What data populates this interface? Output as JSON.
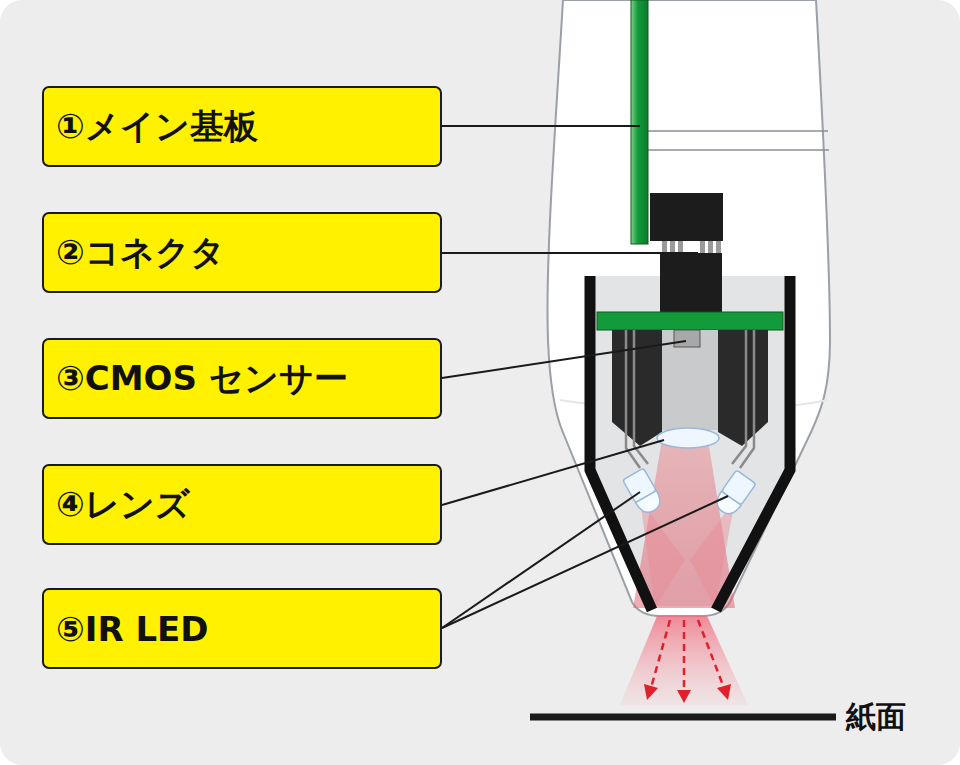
{
  "diagram": {
    "nodes": [
      {
        "text": [
          "①メイン基板"
        ]
      },
      {
        "text": [
          "②コネクタ"
        ]
      },
      {
        "text": [
          "③CMOS センサー"
        ]
      },
      {
        "text": [
          "④レンズ"
        ]
      },
      {
        "text": [
          "⑤IR LED"
        ]
      }
    ],
    "labels": [
      "紙面"
    ]
  }
}
